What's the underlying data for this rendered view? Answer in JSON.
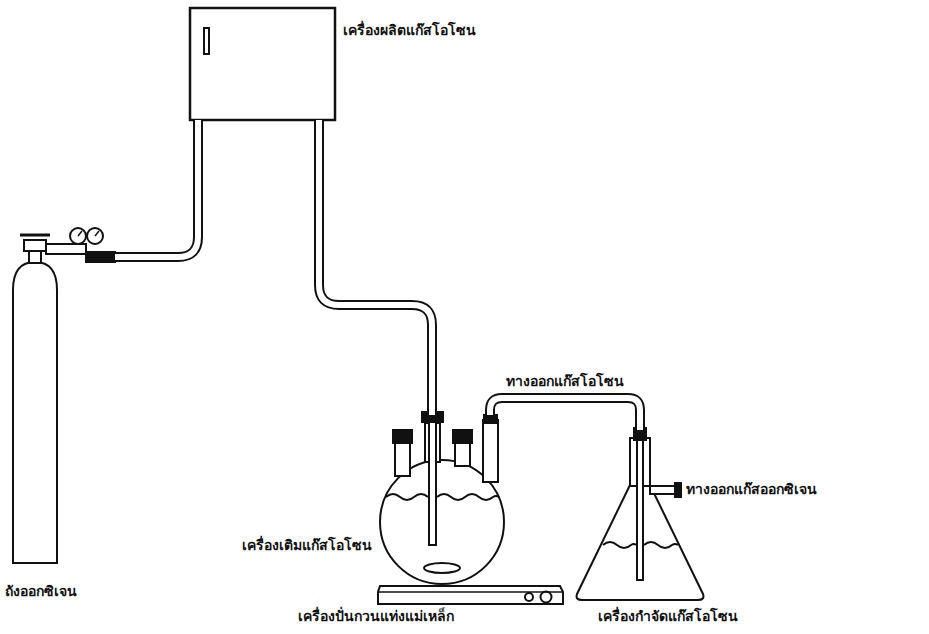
{
  "diagram": {
    "nodes": [
      {
        "text": [
          "เครื่องผลิตแก๊สโอโซน"
        ]
      },
      {
        "text": [
          "ถังออกซิเจน"
        ]
      },
      {
        "text": [
          "เครื่องปั่นกวนแท่งแม่เหล็ก"
        ]
      },
      {
        "text": [
          "เครื่องกำจัดแก๊สโอโซน"
        ]
      }
    ],
    "edges": [
      {
        "from": 1,
        "to": 0,
        "arrow": "none"
      },
      {
        "from": 0,
        "to": 2,
        "arrow": "none"
      },
      {
        "from": 2,
        "to": 3,
        "label": "ทางออกแก๊สโอโซน",
        "arrow": "none"
      }
    ],
    "labels": [
      "เครื่องเติมแก๊สโอโซน",
      "ทางออกแก๊สออกซิเจน"
    ]
  }
}
